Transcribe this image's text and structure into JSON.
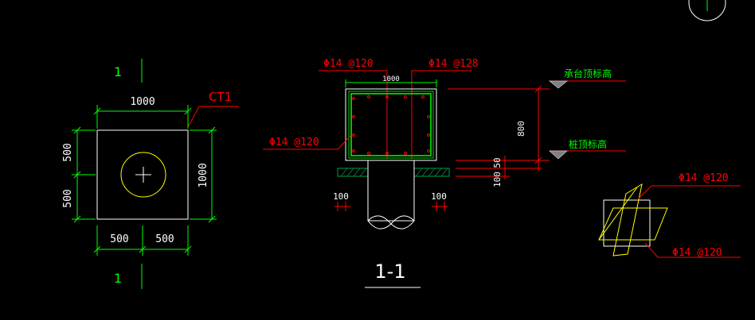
{
  "colors": {
    "background": "#000000",
    "white": "#FFFFFF",
    "green": "#00FF00",
    "red": "#FF0000",
    "yellow": "#FFFF00",
    "bright_green_label": "#00FF00",
    "hatch": "#008C46"
  },
  "plan": {
    "section_mark_top": "1",
    "section_mark_bottom": "1",
    "cap_label": "CT1",
    "width_total": "1000",
    "height_total": "1000",
    "half_top": "500",
    "half_bottom": "500",
    "half_left": "500",
    "half_right": "500"
  },
  "section": {
    "rebar_top_left": "Φ14 @120",
    "rebar_top_right": "Φ14 @128",
    "width_label": "1000",
    "rebar_side": "Φ14 @120",
    "cap_height": "800",
    "cushion_50": "50",
    "cushion_100": "100",
    "overhang_left": "100",
    "overhang_right": "100",
    "elev_cap_top": "承台顶标高",
    "elev_pile_top": "桩顶标高",
    "title": "1-1"
  },
  "detail": {
    "rebar_top": "Φ14 @120",
    "rebar_bottom": "Φ14 @120"
  }
}
